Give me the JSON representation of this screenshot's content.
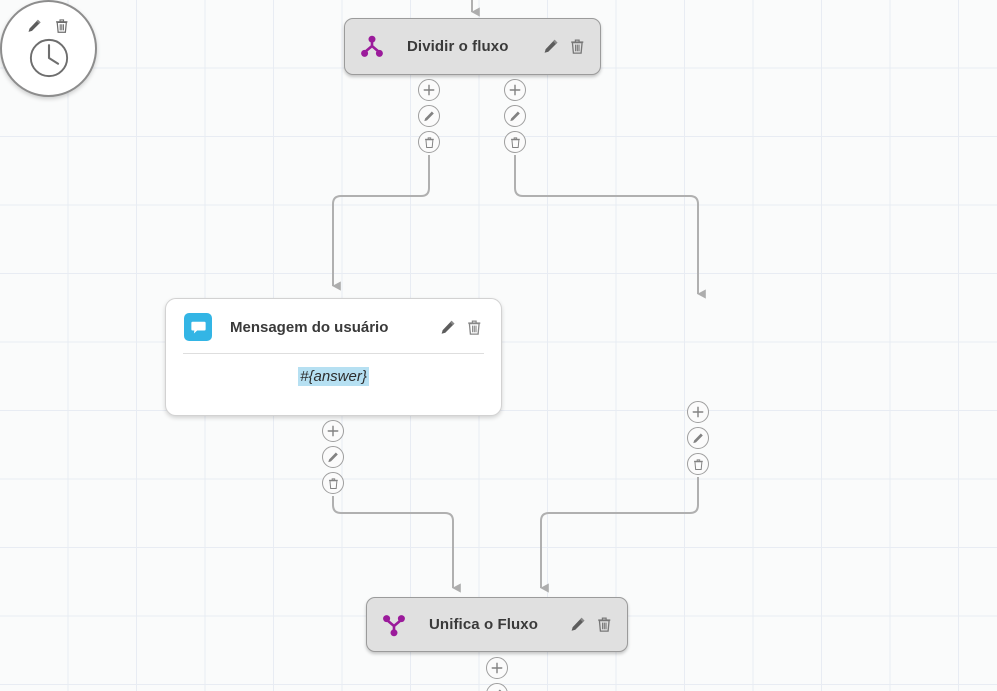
{
  "canvas": {
    "grid_color": "#e8ecf3",
    "background_color": "#fafbfb",
    "edge_color": "#b0b0b0",
    "accent_purple": "#9b1b9b",
    "accent_blue": "#33b5e5",
    "variable_highlight": "#b6e0f2"
  },
  "nodes": {
    "split": {
      "title": "Dividir o fluxo",
      "icon": "flow-split-icon",
      "edit_label": "pencil-icon",
      "delete_label": "trash-icon"
    },
    "message": {
      "title": "Mensagem do usuário",
      "icon": "chat-bubble-icon",
      "body_text": "#{answer}",
      "edit_label": "pencil-icon",
      "delete_label": "trash-icon"
    },
    "delay": {
      "icon": "clock-icon",
      "edit_label": "pencil-icon",
      "delete_label": "trash-icon"
    },
    "merge": {
      "title": "Unifica o Fluxo",
      "icon": "flow-merge-icon",
      "edit_label": "pencil-icon",
      "delete_label": "trash-icon"
    }
  },
  "actions": {
    "add": "+",
    "add_name": "plus-icon",
    "edit_name": "pencil-icon",
    "delete_name": "trash-icon"
  },
  "connections": [
    {
      "from": "incoming",
      "to": "split"
    },
    {
      "from": "split-left",
      "to": "message"
    },
    {
      "from": "split-right",
      "to": "delay"
    },
    {
      "from": "message",
      "to": "merge"
    },
    {
      "from": "delay",
      "to": "merge"
    },
    {
      "from": "merge",
      "to": "outgoing"
    }
  ]
}
